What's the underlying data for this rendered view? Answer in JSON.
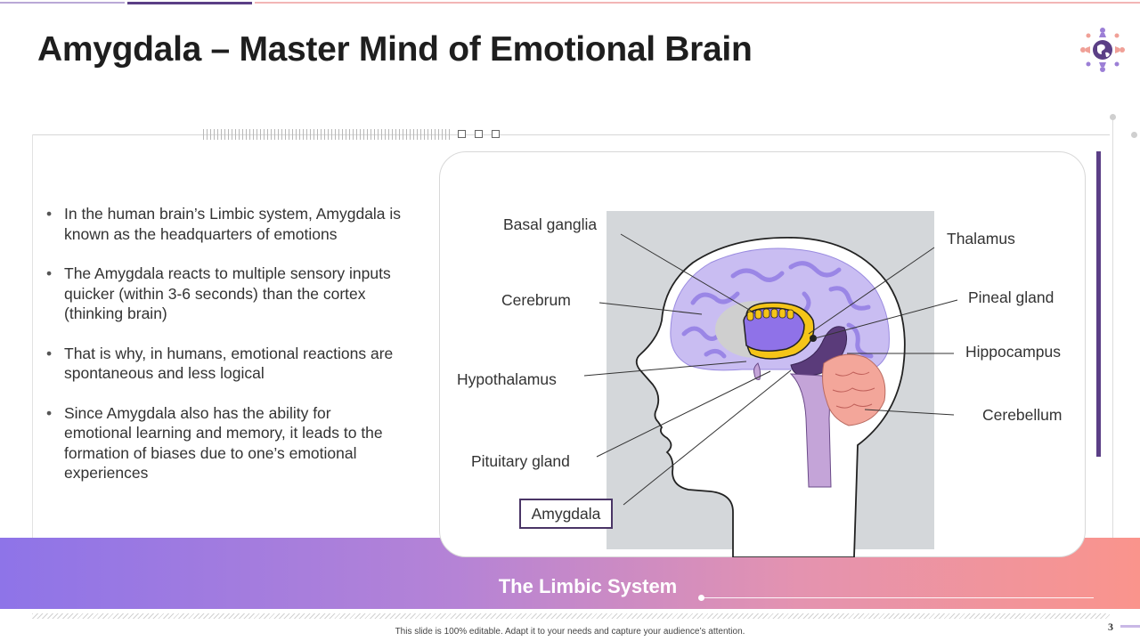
{
  "title": "Amygdala – Master Mind of Emotional Brain",
  "bullets": [
    "In the human brain’s Limbic system, Amygdala is known as the headquarters of emotions",
    "The Amygdala reacts to multiple sensory inputs quicker (within 3-6 seconds) than the cortex (thinking brain)",
    "That is why, in humans, emotional reactions are spontaneous and less logical",
    "Since Amygdala also has the ability for emotional learning and memory, it leads to the formation of biases due to one’s emotional experiences"
  ],
  "diagram": {
    "labels": {
      "basal_ganglia": "Basal ganglia",
      "cerebrum": "Cerebrum",
      "hypothalamus": "Hypothalamus",
      "pituitary": "Pituitary gland",
      "amygdala": "Amygdala",
      "thalamus": "Thalamus",
      "pineal": "Pineal gland",
      "hippocampus": "Hippocampus",
      "cerebellum": "Cerebellum"
    }
  },
  "banner": "The Limbic System",
  "footer_note": "This slide is 100% editable. Adapt it to your needs and capture your audience’s attention.",
  "page_number": "3",
  "colors": {
    "accent_purple": "#5b3f86",
    "brain_lavender": "#c9bdf2",
    "cerebellum_salmon": "#f3a69a",
    "basal_yellow": "#f5c518",
    "gradient_start": "#8e74e8",
    "gradient_end": "#fa948c"
  }
}
